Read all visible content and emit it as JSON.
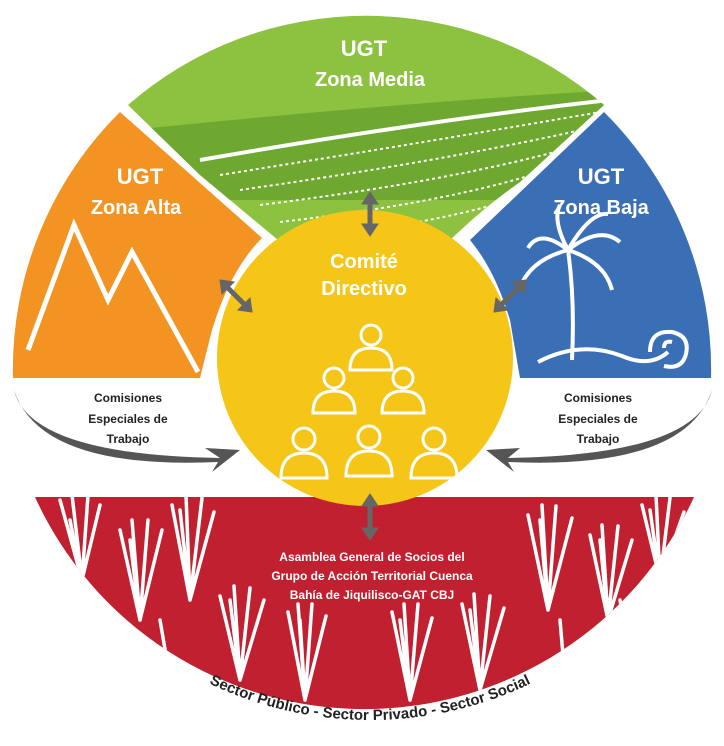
{
  "zones": {
    "media": {
      "line1": "UGT",
      "line2": "Zona  Media",
      "color": "#8cc23f"
    },
    "alta": {
      "line1": "UGT",
      "line2": "Zona  Alta",
      "color": "#f39322"
    },
    "baja": {
      "line1": "UGT",
      "line2": "Zona  Baja",
      "color": "#3a6fb5"
    }
  },
  "center": {
    "line1": "Comité",
    "line2": "Directivo",
    "color": "#f5c518"
  },
  "comisiones_left": {
    "line1": "Comisiones",
    "line2": "Especiales de",
    "line3": "Trabajo"
  },
  "comisiones_right": {
    "line1": "Comisiones",
    "line2": "Especiales de",
    "line3": "Trabajo"
  },
  "asamblea": {
    "line1": "Asamblea General de Socios del",
    "line2": "Grupo de Acción Territorial Cuenca",
    "line3": "Bahía de Jiquilisco-GAT CBJ",
    "color": "#c0202f"
  },
  "sectores": "Sector Público  -  Sector Privado  -  Sector Social",
  "icons": [
    "mountains-icon",
    "fields-icon",
    "palm-tree-icon",
    "wave-icon",
    "people-pyramid-icon",
    "raised-hands-icon"
  ],
  "colors": {
    "arrow_gray": "#666666",
    "comisiones_arrow": "#555555"
  }
}
